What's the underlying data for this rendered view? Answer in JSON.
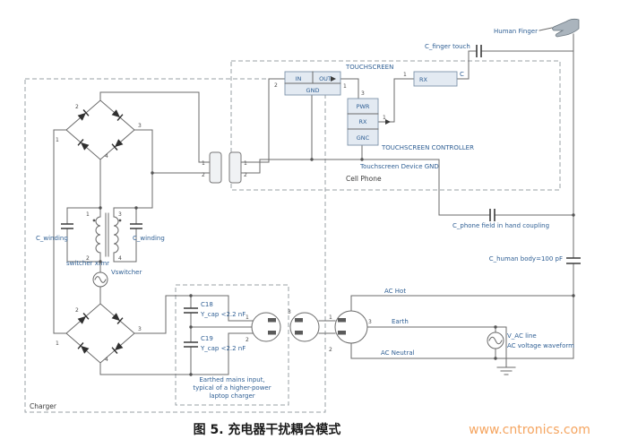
{
  "figure": {
    "caption": "图 5. 充电器干扰耦合模式",
    "watermark": "www.cntronics.com"
  },
  "charger": {
    "label": "Charger",
    "c_winding_left": "C_winding",
    "c_winding_right": "C_winding",
    "switcher_xfmr": "switcher xfmr",
    "vswitcher": "Vswitcher",
    "mains_box": {
      "c18": "C18",
      "c18_value": "Y_cap <2.2 nF",
      "c19": "C19",
      "c19_value": "Y_cap <2.2 nF",
      "desc1": "Earthed mains input,",
      "desc2": "typical of a higher-power",
      "desc3": "laptop charger"
    }
  },
  "cell_phone": {
    "label": "Cell Phone",
    "touchscreen": {
      "title": "TOUCHSCREEN",
      "in": "IN",
      "out": "OUT",
      "gnd": "GND"
    },
    "controller": {
      "title": "TOUCHSCREEN CONTROLLER",
      "pwr": "PWR",
      "rx": "RX",
      "gnc": "GNC"
    },
    "rx_block": {
      "label": "RX",
      "pin_c": "C"
    },
    "device_gnd": "Touchscreen Device GND"
  },
  "coupling": {
    "c_finger": "C_finger touch",
    "human_finger": "Human Finger",
    "c_phone_field": "C_phone field in hand coupling",
    "c_human_body": "C_human body=100 pF"
  },
  "ac": {
    "hot": "AC Hot",
    "earth": "Earth",
    "neutral": "AC Neutral",
    "v_ac": "V_AC line",
    "waveform": "AC voltage waveform"
  },
  "pins": {
    "bridge_top": [
      "2",
      "1",
      "3",
      "4"
    ],
    "bridge_bottom": [
      "2",
      "1",
      "3",
      "4"
    ],
    "xfmr": [
      "1",
      "3",
      "2",
      "4"
    ],
    "connector": [
      "1",
      "2",
      "1",
      "2"
    ],
    "touchscreen": [
      "2",
      "1"
    ],
    "controller": [
      "3",
      "1"
    ],
    "rx": [
      "1"
    ],
    "plug_charger": [
      "1",
      "2",
      "3"
    ],
    "plug_ac": [
      "1",
      "2",
      "3"
    ]
  }
}
